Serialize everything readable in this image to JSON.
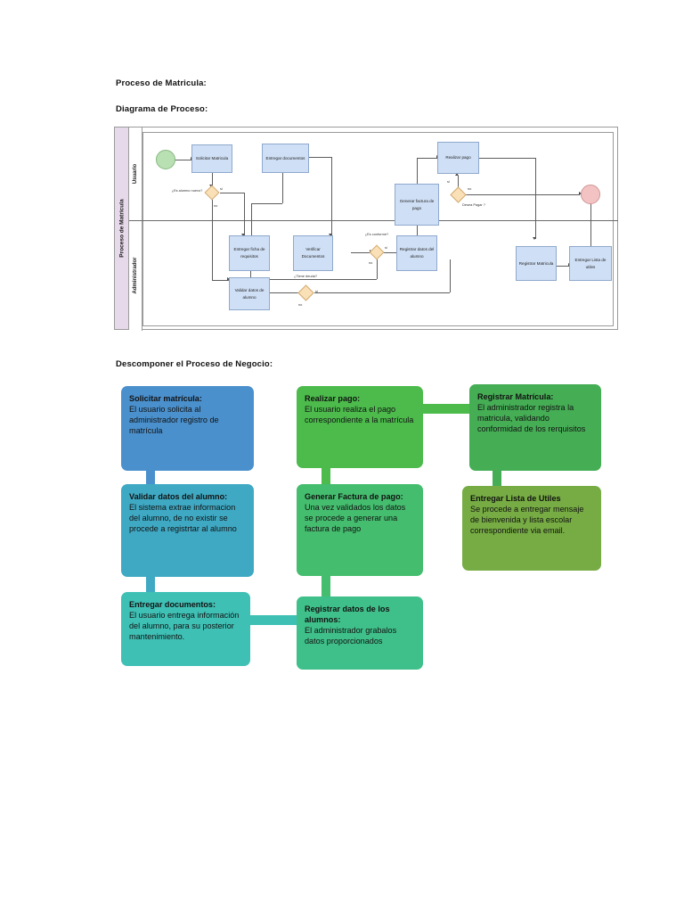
{
  "document": {
    "heading_proceso": "Proceso de Matricula:",
    "heading_diagrama": "Diagrama de Proceso:",
    "heading_descomponer": "Descomponer el Proceso de Negocio:"
  },
  "flowchart": {
    "pool_label": "Proceso de Matricula",
    "lanes": [
      {
        "id": "usuario",
        "label": "Usuario"
      },
      {
        "id": "administrador",
        "label": "Administrador"
      }
    ],
    "nodes": {
      "start": {
        "type": "start-event",
        "label": ""
      },
      "solicitar_matricula": {
        "type": "task",
        "label": "Solicitar Matricula"
      },
      "entregar_documentos": {
        "type": "task",
        "label": "Entregar documentos"
      },
      "generar_factura": {
        "type": "task",
        "label": "Generar factura de pago"
      },
      "realizar_pago": {
        "type": "task",
        "label": "Realizar pago"
      },
      "entregar_ficha": {
        "type": "task",
        "label": "Entregar ficha de requisitos"
      },
      "verificar_documentos": {
        "type": "task",
        "label": "Verificar Documentos"
      },
      "registrar_datos": {
        "type": "task",
        "label": "Registrar datos del alumno"
      },
      "validar_datos": {
        "type": "task",
        "label": "Validar datos de alumno"
      },
      "registrar_matricula": {
        "type": "task",
        "label": "Registrar Matricula"
      },
      "entregar_lista": {
        "type": "task",
        "label": "Entregar Lista de utiles"
      },
      "end": {
        "type": "end-event",
        "label": ""
      }
    },
    "gateways": {
      "es_alumno_nuevo": {
        "question": "¿Es alumno nuevo?",
        "yes": "si",
        "no": "no"
      },
      "es_conforme": {
        "question": "¿Es conforme?",
        "yes": "si",
        "no": "no"
      },
      "tiene_deuda": {
        "question": "¿Tiene deuda?",
        "yes": "si",
        "no": "no"
      },
      "desea_pagar": {
        "question": "Desea Pagar ?",
        "yes": "si",
        "no": "no"
      }
    },
    "colors": {
      "task_fill": "#cfdff5",
      "task_stroke": "#8fa9cd",
      "gateway_fill": "#fae0b6",
      "gateway_stroke": "#d2ab74",
      "start_fill": "#b9e0b3",
      "end_fill": "#f3c3c3",
      "pool_header_fill": "#e6d9ea",
      "connector": "#5d5d5d"
    }
  },
  "decomposition": {
    "cards": [
      {
        "id": "solicitar-matricula",
        "title": "Solicitar matrícula:",
        "body": "El usuario solicita al administrador registro de matrícula",
        "color": "#4a90cd"
      },
      {
        "id": "validar-datos-alumno",
        "title": "Validar datos del alumno:",
        "body": "El sistema extrae informacion del alumno, de no existir se procede a registrtar al alumno",
        "color": "#3fa9c4"
      },
      {
        "id": "entregar-documentos",
        "title": "Entregar documentos:",
        "body": "El usuario entrega información del alumno, para su posterior mantenimiento.",
        "color": "#3fc0b5"
      },
      {
        "id": "registrar-datos-alumnos",
        "title": "Registrar datos de los alumnos:",
        "body": "El administrador grabalos datos proporcionados",
        "color": "#3fc08a"
      },
      {
        "id": "generar-factura-pago",
        "title": "Generar Factura de pago:",
        "body": "Una vez validados los datos se procede a generar una factura de pago",
        "color": "#44bd6e"
      },
      {
        "id": "realizar-pago",
        "title": "Realizar pago:",
        "body": "El usuario realiza el pago correspondiente a la matrícula",
        "color": "#4cbb4c"
      },
      {
        "id": "registrar-matricula",
        "title": "Registrar Matrícula:",
        "body": "El administrador registra la matricula, validando conformidad de los rerquisitos",
        "color": "#45ae55"
      },
      {
        "id": "entregar-lista-utiles",
        "title": "Entregar Lista de Utiles",
        "body": "Se procede a entregar mensaje de bienvenida y lista escolar correspondiente via email.",
        "color": "#76ac43"
      }
    ],
    "connector_colors": {
      "blue": "#4a90cd",
      "teal": "#3fa9c4",
      "aqua": "#3fc0b5",
      "green": "#4cbb4c",
      "green_dark": "#45ae55"
    }
  }
}
